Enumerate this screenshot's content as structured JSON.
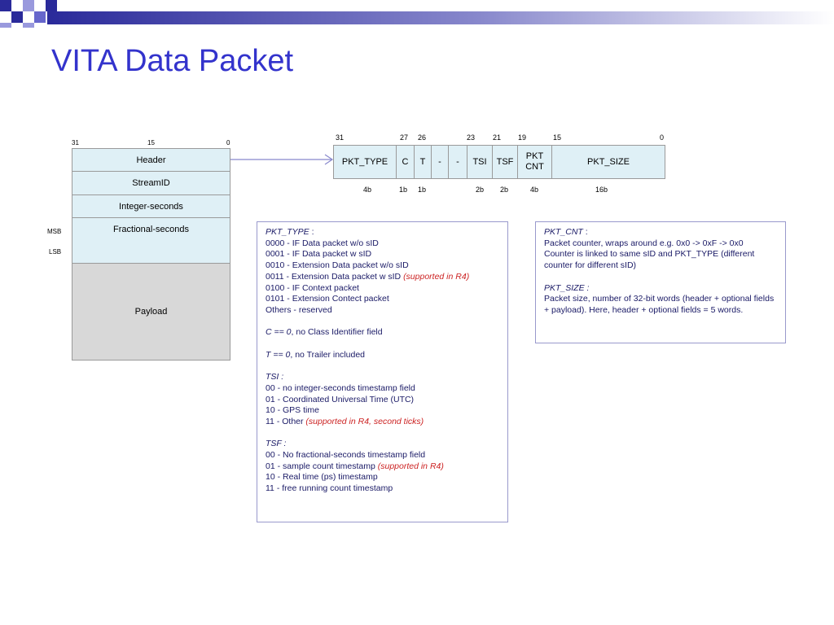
{
  "title": "VITA Data Packet",
  "stack": {
    "bits": [
      "31",
      "15",
      "0"
    ],
    "rows": [
      "Header",
      "StreamID",
      "Integer-seconds",
      "Fractional-seconds",
      "",
      "Payload"
    ],
    "msb": "MSB",
    "lsb": "LSB"
  },
  "header_fields": {
    "bit_positions": [
      "31",
      "27",
      "26",
      "23",
      "21",
      "19",
      "15",
      "0"
    ],
    "fields": [
      "PKT_TYPE",
      "C",
      "T",
      "-",
      "-",
      "TSI",
      "TSF",
      "PKT CNT",
      "PKT_SIZE"
    ],
    "widths": [
      "4b",
      "1b",
      "1b",
      "2b",
      "2b",
      "4b",
      "16b"
    ]
  },
  "left_box": {
    "pkt_type_label": "PKT_TYPE",
    "pkt_type_colon": " :",
    "l1": "0000 - IF Data packet w/o sID",
    "l2": "0001 - IF Data packet w sID",
    "l3": "0010 - Extension Data packet w/o sID",
    "l4": "0011 - Extension Data packet w sID ",
    "l4_note": "(supported in R4)",
    "l5": "0100 - IF Context packet",
    "l6": "0101 - Extension Contect packet",
    "l7": "Others - reserved",
    "c_label": "C == 0",
    "c_text": ", no Class Identifier field",
    "t_label": "T == 0",
    "t_text": ", no Trailer included",
    "tsi_label": "TSI :",
    "tsi1": "00 - no integer-seconds timestamp field",
    "tsi2": "01 - Coordinated Universal Time (UTC)",
    "tsi3": "10 - GPS time",
    "tsi4": "11 - Other ",
    "tsi4_note": "(supported in R4, second ticks)",
    "tsf_label": "TSF :",
    "tsf1": "00 - No fractional-seconds timestamp field",
    "tsf2": "01 - sample count timestamp ",
    "tsf2_note": "(supported in R4)",
    "tsf3": "10 - Real time (ps) timestamp",
    "tsf4": "11 - free running count timestamp"
  },
  "right_box": {
    "pkt_cnt_label": "PKT_CNT",
    "pkt_cnt_colon": " :",
    "pkt_cnt1": "Packet counter, wraps around e.g. 0x0 -> 0xF -> 0x0",
    "pkt_cnt2": "Counter is linked to same sID and PKT_TYPE (different counter for different sID)",
    "pkt_size_label": "PKT_SIZE :",
    "pkt_size_text": "Packet size, number of 32-bit words (header + optional fields + payload). Here, header + optional fields = 5 words."
  },
  "colors": {
    "title": "#3333cc",
    "cell_fill": "#dff0f6",
    "payload_fill": "#d8d8d8",
    "note_red": "#cc2222",
    "arrow": "#8888cc"
  }
}
